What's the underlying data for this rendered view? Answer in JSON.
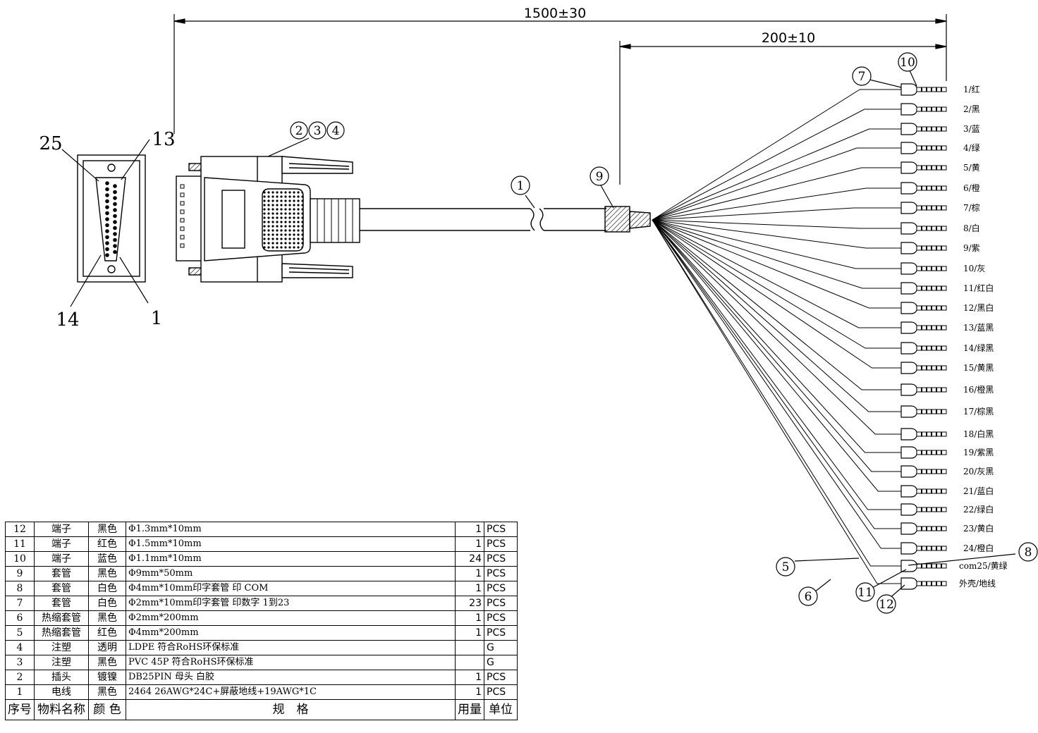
{
  "dimensions": {
    "overall": "1500±30",
    "breakout": "200±10"
  },
  "pin_labels": {
    "top_left": "25",
    "top_right": "13",
    "bottom_left": "14",
    "bottom_right": "1"
  },
  "balloons": {
    "b1": "1",
    "b2": "2",
    "b3": "3",
    "b4": "4",
    "b5": "5",
    "b6": "6",
    "b7": "7",
    "b8": "8",
    "b9": "9",
    "b10": "10",
    "b11": "11",
    "b12": "12"
  },
  "wire_labels": [
    "1/红",
    "2/黑",
    "3/蓝",
    "4/绿",
    "5/黄",
    "6/橙",
    "7/棕",
    "8/白",
    "9/紫",
    "10/灰",
    "11/红白",
    "12/黑白",
    "13/蓝黑",
    "14/绿黑",
    "15/黄黑",
    "16/橙黑",
    "17/棕黑",
    "18/白黑",
    "19/紫黑",
    "20/灰黑",
    "21/蓝白",
    "22/绿白",
    "23/黄白",
    "24/橙白",
    "com25/黄绿",
    "外壳/地线"
  ],
  "bom": {
    "header": {
      "no": "序号",
      "name": "物料名称",
      "color": "颜 色",
      "spec": "规　格",
      "qty": "用量",
      "unit": "单位"
    },
    "rows": [
      {
        "no": "12",
        "name": "端子",
        "color": "黑色",
        "spec": "Φ1.3mm*10mm",
        "qty": "1",
        "unit": "PCS"
      },
      {
        "no": "11",
        "name": "端子",
        "color": "红色",
        "spec": "Φ1.5mm*10mm",
        "qty": "1",
        "unit": "PCS"
      },
      {
        "no": "10",
        "name": "端子",
        "color": "蓝色",
        "spec": "Φ1.1mm*10mm",
        "qty": "24",
        "unit": "PCS"
      },
      {
        "no": "9",
        "name": "套管",
        "color": "黑色",
        "spec": "Φ9mm*50mm",
        "qty": "1",
        "unit": "PCS"
      },
      {
        "no": "8",
        "name": "套管",
        "color": "白色",
        "spec": "Φ4mm*10mm印字套管 印 COM",
        "qty": "1",
        "unit": "PCS"
      },
      {
        "no": "7",
        "name": "套管",
        "color": "白色",
        "spec": "Φ2mm*10mm印字套管 印数字 1到23",
        "qty": "23",
        "unit": "PCS"
      },
      {
        "no": "6",
        "name": "热缩套管",
        "color": "黑色",
        "spec": "Φ2mm*200mm",
        "qty": "1",
        "unit": "PCS"
      },
      {
        "no": "5",
        "name": "热缩套管",
        "color": "红色",
        "spec": "Φ4mm*200mm",
        "qty": "1",
        "unit": "PCS"
      },
      {
        "no": "4",
        "name": "注塑",
        "color": "透明",
        "spec": "LDPE 符合RoHS环保标准",
        "qty": "",
        "unit": "G"
      },
      {
        "no": "3",
        "name": "注塑",
        "color": "黑色",
        "spec": "PVC 45P 符合RoHS环保标准",
        "qty": "",
        "unit": "G"
      },
      {
        "no": "2",
        "name": "插头",
        "color": "镀镍",
        "spec": "DB25PIN 母头 白胶",
        "qty": "1",
        "unit": "PCS"
      },
      {
        "no": "1",
        "name": "电线",
        "color": "黑色",
        "spec": "2464 26AWG*24C+屏蔽地线+19AWG*1C",
        "qty": "1",
        "unit": "PCS"
      }
    ]
  }
}
